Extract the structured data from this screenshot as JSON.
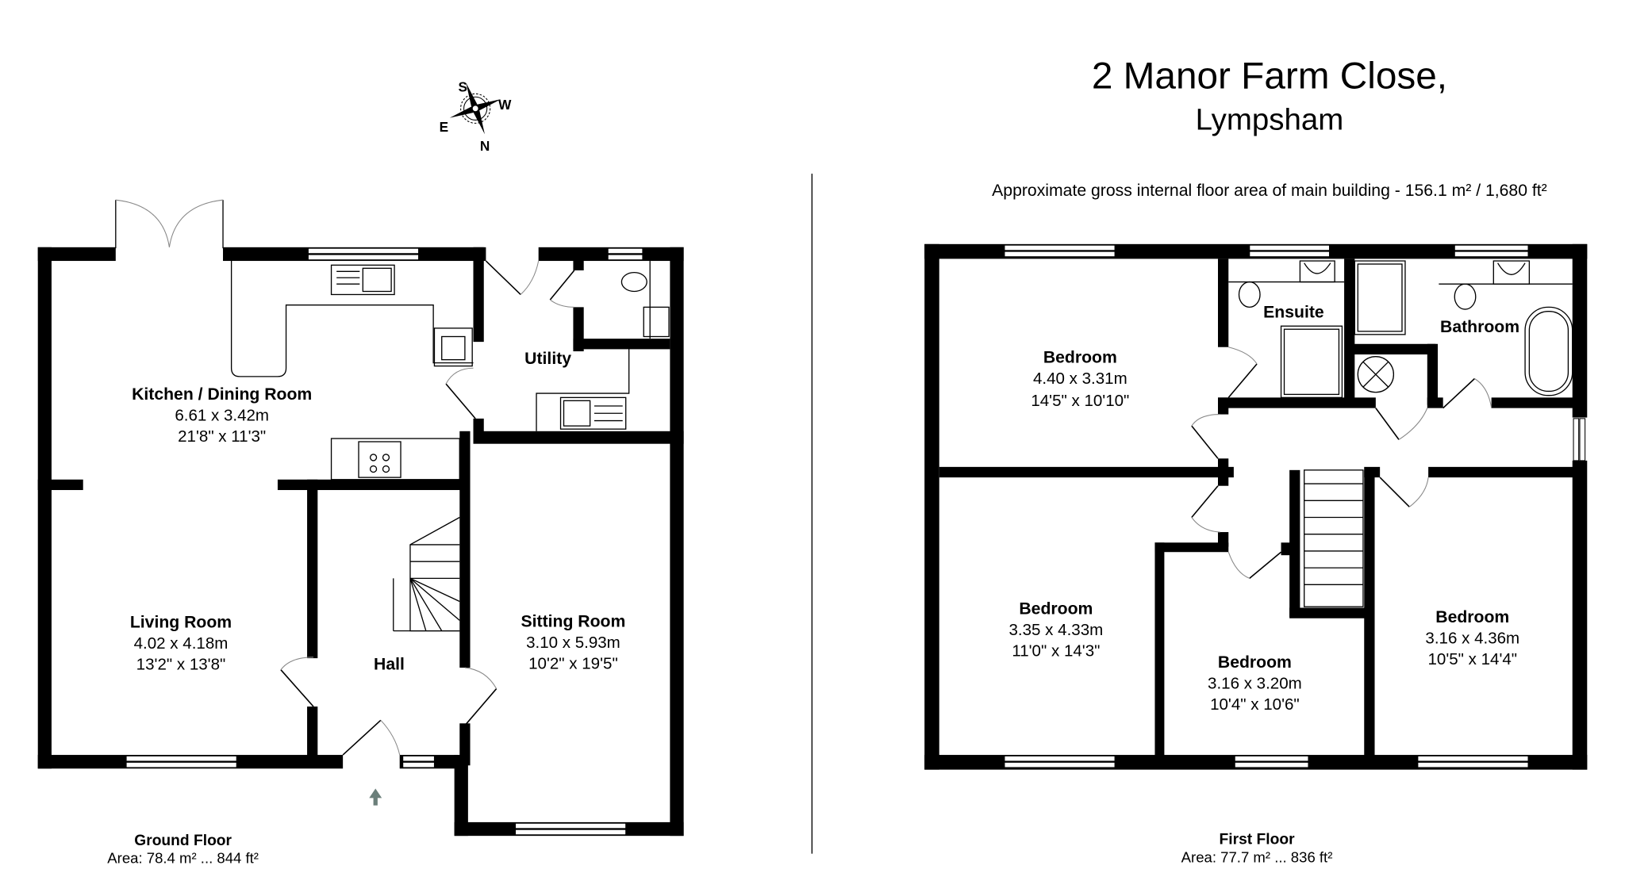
{
  "header": {
    "title": "2 Manor Farm Close,",
    "subtitle": "Lympsham",
    "gia_text": "Approximate gross internal floor area of main building  -  156.1 m² /  1,680 ft²"
  },
  "compass": {
    "labels": {
      "top": "S",
      "right": "W",
      "left": "E",
      "bottom": "N"
    }
  },
  "ground_floor": {
    "name": "Ground Floor",
    "area": "Area: 78.4 m² ... 844 ft²",
    "rooms": [
      {
        "name": "Kitchen / Dining Room",
        "metric": "6.61 x 3.42m",
        "imperial": "21'8\" x 11'3\""
      },
      {
        "name": "Utility",
        "metric": "",
        "imperial": ""
      },
      {
        "name": "Living Room",
        "metric": "4.02 x 4.18m",
        "imperial": "13'2\" x 13'8\""
      },
      {
        "name": "Hall",
        "metric": "",
        "imperial": ""
      },
      {
        "name": "Sitting Room",
        "metric": "3.10 x 5.93m",
        "imperial": "10'2\" x 19'5\""
      }
    ],
    "entrance_arrow_color": "#6b7f7a"
  },
  "first_floor": {
    "name": "First Floor",
    "area": "Area: 77.7 m² ... 836 ft²",
    "rooms": [
      {
        "name": "Bedroom",
        "metric": "4.40 x 3.31m",
        "imperial": "14'5\" x 10'10\""
      },
      {
        "name": "Ensuite",
        "metric": "",
        "imperial": ""
      },
      {
        "name": "Bathroom",
        "metric": "",
        "imperial": ""
      },
      {
        "name": "Bedroom",
        "metric": "3.35 x 4.33m",
        "imperial": "11'0\" x 14'3\""
      },
      {
        "name": "Bedroom",
        "metric": "3.16 x 3.20m",
        "imperial": "10'4\" x 10'6\""
      },
      {
        "name": "Bedroom",
        "metric": "3.16 x 4.36m",
        "imperial": "10'5\" x 14'4\""
      }
    ]
  }
}
